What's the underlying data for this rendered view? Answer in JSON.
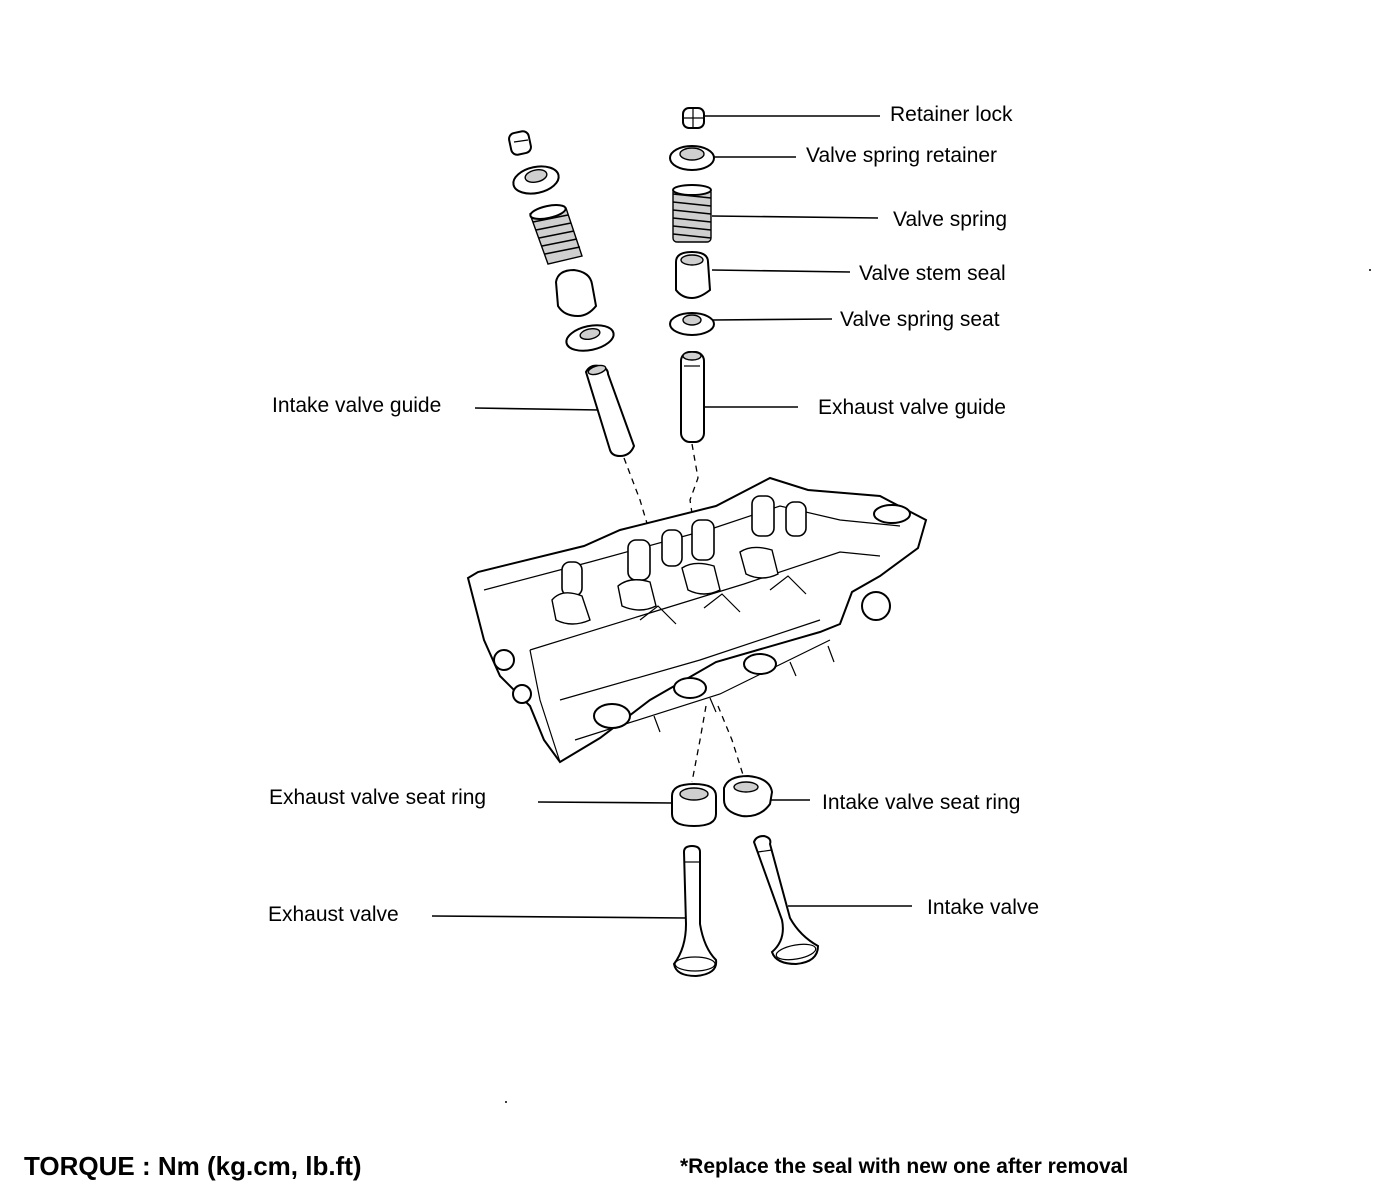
{
  "labels": {
    "retainer_lock": "Retainer lock",
    "valve_spring_retainer": "Valve spring retainer",
    "valve_spring": "Valve spring",
    "valve_stem_seal": "Valve stem seal",
    "valve_spring_seat": "Valve spring seat",
    "intake_valve_guide": "Intake valve guide",
    "exhaust_valve_guide": "Exhaust valve guide",
    "exhaust_valve_seat_ring": "Exhaust valve seat ring",
    "intake_valve_seat_ring": "Intake valve seat ring",
    "exhaust_valve": "Exhaust valve",
    "intake_valve": "Intake valve"
  },
  "footer": {
    "torque": "TORQUE : Nm (kg.cm, lb.ft)",
    "note": "*Replace the seal with new one after removal"
  }
}
